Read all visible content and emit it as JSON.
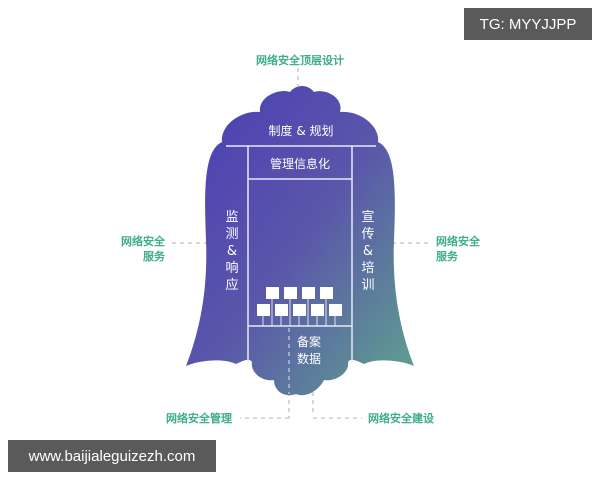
{
  "watermarks": {
    "top_right": "TG: MYYJJPP",
    "bottom_left": "www.baijialeguizezh.com"
  },
  "diagram": {
    "top_label": "网络安全顶层设计",
    "cap_label": "制度 & 规划",
    "center_top_label": "管理信息化",
    "left_column_label": "监测&响应",
    "right_column_label": "宣传&培训",
    "bottom_center_label_line1": "备案",
    "bottom_center_label_line2": "数据",
    "left_side_label_line1": "网络安全",
    "left_side_label_line2": "服务",
    "right_side_label_line1": "网络安全",
    "right_side_label_line2": "服务",
    "bottom_left_label": "网络安全管理",
    "bottom_right_label": "网络安全建设",
    "colors": {
      "gradient_top": "#4b3fb0",
      "gradient_mid": "#5b55a8",
      "gradient_bottom": "#5a9b8a",
      "label_green": "#3fae8a",
      "divider": "#e6e6f5",
      "dash": "#9aa0aa"
    }
  }
}
